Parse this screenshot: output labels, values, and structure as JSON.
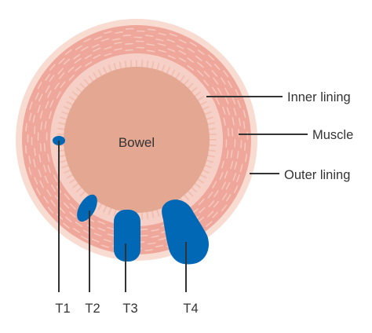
{
  "diagram": {
    "center_label": "Bowel",
    "layers": [
      {
        "key": "inner",
        "label": "Inner lining"
      },
      {
        "key": "muscle",
        "label": "Muscle"
      },
      {
        "key": "outer",
        "label": "Outer lining"
      }
    ],
    "stages": [
      {
        "key": "t1",
        "label": "T1"
      },
      {
        "key": "t2",
        "label": "T2"
      },
      {
        "key": "t3",
        "label": "T3"
      },
      {
        "key": "t4",
        "label": "T4"
      }
    ],
    "colors": {
      "outer_lining": "#f8dcd2",
      "muscle": "#eea79a",
      "inner_lining": "#f6d0c6",
      "bowel": "#e3a792",
      "tumour": "#0068b5",
      "leader_line": "#333333",
      "text": "#333333"
    }
  }
}
